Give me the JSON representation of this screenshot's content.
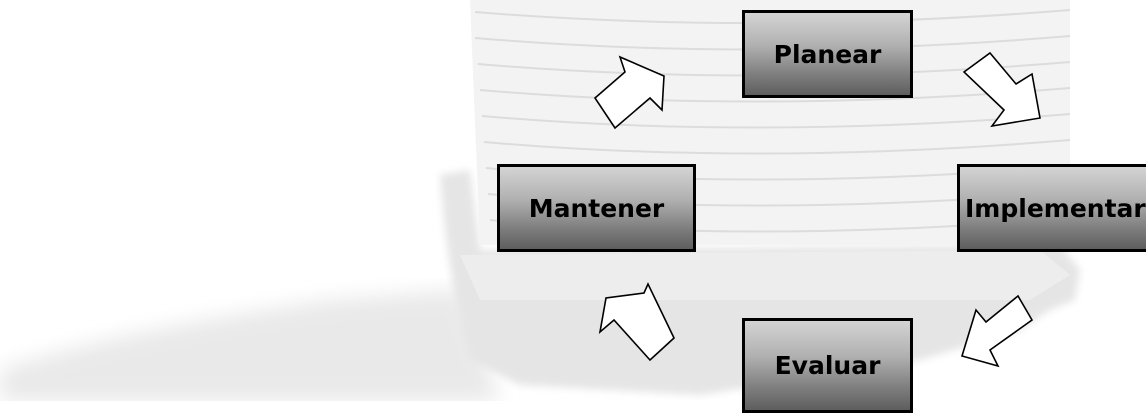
{
  "cycle": {
    "steps": [
      {
        "label": "Planear"
      },
      {
        "label": "Implementar"
      },
      {
        "label": "Evaluar"
      },
      {
        "label": "Mantener"
      }
    ],
    "colors": {
      "box_border": "#000000",
      "box_gradient_top": "#d4d4d4",
      "box_gradient_bottom": "#5e5e5e",
      "arrow_fill": "#ffffff",
      "arrow_stroke": "#000000",
      "background_image_tone": "#e8e8e8"
    },
    "arrow_icon": "hollow-block-arrow"
  }
}
